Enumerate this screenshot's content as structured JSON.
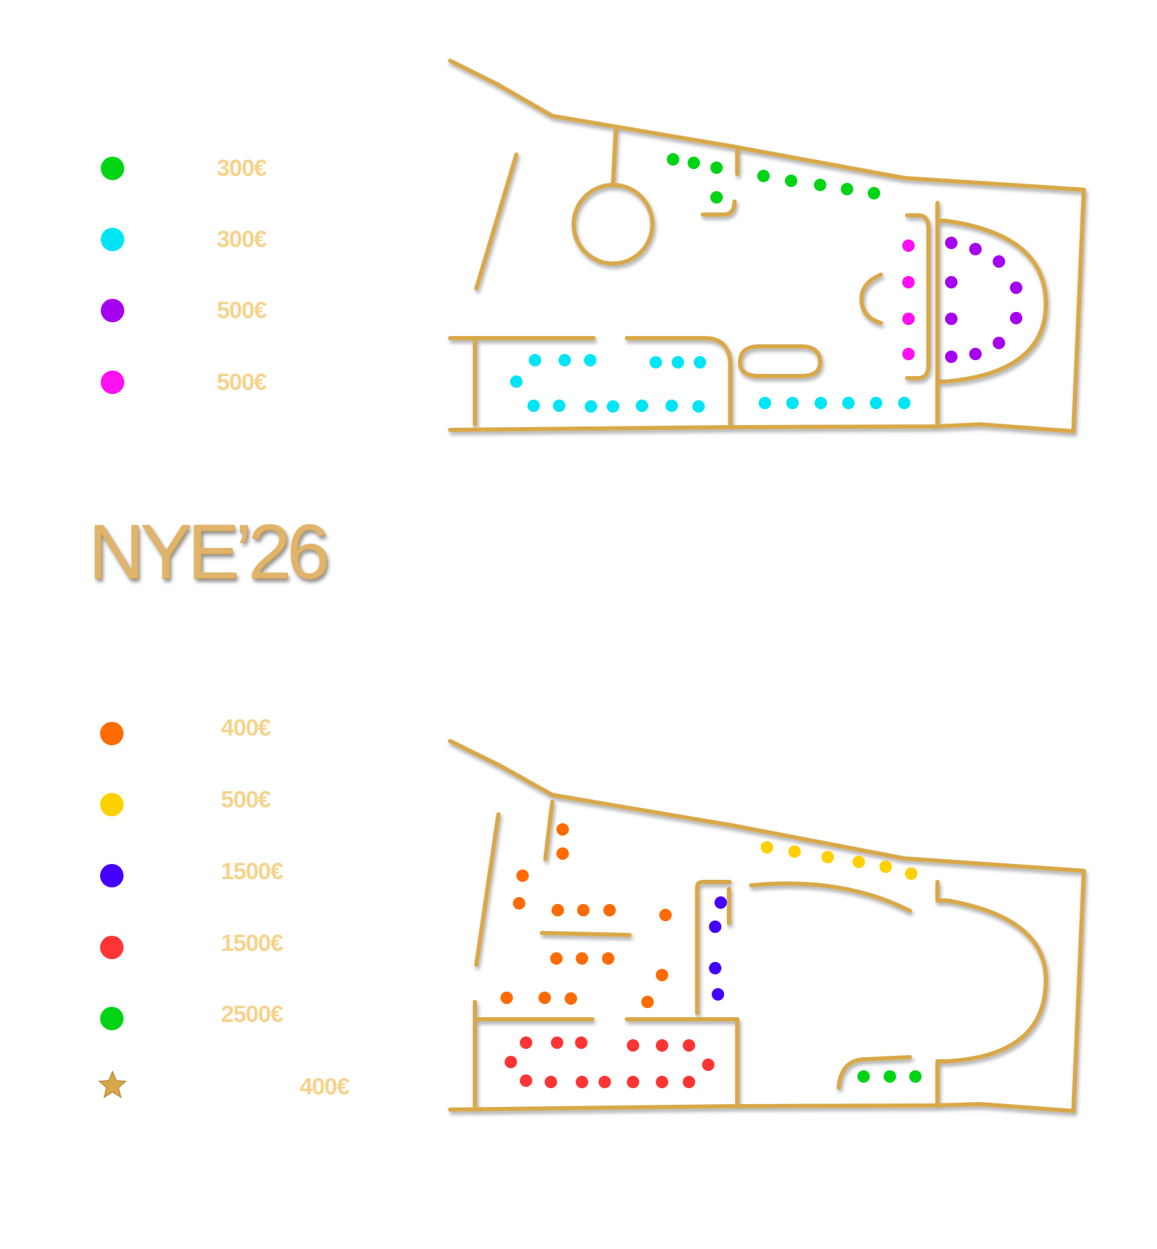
{
  "title": "NYE’26",
  "top_legend": [
    {
      "color": "#00d415",
      "label": "300€"
    },
    {
      "color": "#00e5f5",
      "label": "300€"
    },
    {
      "color": "#a600f0",
      "label": "500€"
    },
    {
      "color": "#ff10f0",
      "label": "500€"
    }
  ],
  "bottom_legend": [
    {
      "color": "#ff6b00",
      "label": "400€",
      "icon": "dot"
    },
    {
      "color": "#ffd000",
      "label": "500€",
      "icon": "dot"
    },
    {
      "color": "#4400ff",
      "label": "1500€",
      "icon": "dot"
    },
    {
      "color": "#ff3535",
      "label": "1500€",
      "icon": "dot"
    },
    {
      "color": "#00d415",
      "label": "2500€",
      "icon": "dot"
    },
    {
      "color": "#d9a84a",
      "label": "400€",
      "icon": "star-icon"
    }
  ],
  "colors": {
    "gold": "#d9a84a",
    "price_text": "#f6d38c"
  }
}
